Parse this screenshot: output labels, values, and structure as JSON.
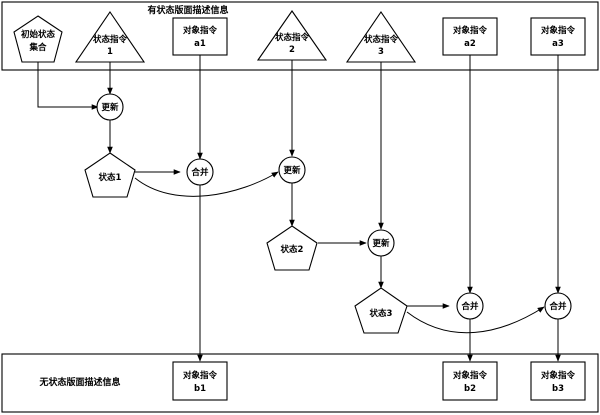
{
  "top_region_label": "有状态版面描述信息",
  "bottom_region_label": "无状态版面描述信息",
  "initial_state": {
    "line1": "初始状态",
    "line2": "集合"
  },
  "state_commands": [
    {
      "line1": "状态指令",
      "line2": "1"
    },
    {
      "line1": "状态指令",
      "line2": "2"
    },
    {
      "line1": "状态指令",
      "line2": "3"
    }
  ],
  "object_commands_in": [
    {
      "line1": "对象指令",
      "line2": "a1"
    },
    {
      "line1": "对象指令",
      "line2": "a2"
    },
    {
      "line1": "对象指令",
      "line2": "a3"
    }
  ],
  "object_commands_out": [
    {
      "line1": "对象指令",
      "line2": "b1"
    },
    {
      "line1": "对象指令",
      "line2": "b2"
    },
    {
      "line1": "对象指令",
      "line2": "b3"
    }
  ],
  "update_label": "更新",
  "merge_label": "合并",
  "states": [
    "状态1",
    "状态2",
    "状态3"
  ]
}
